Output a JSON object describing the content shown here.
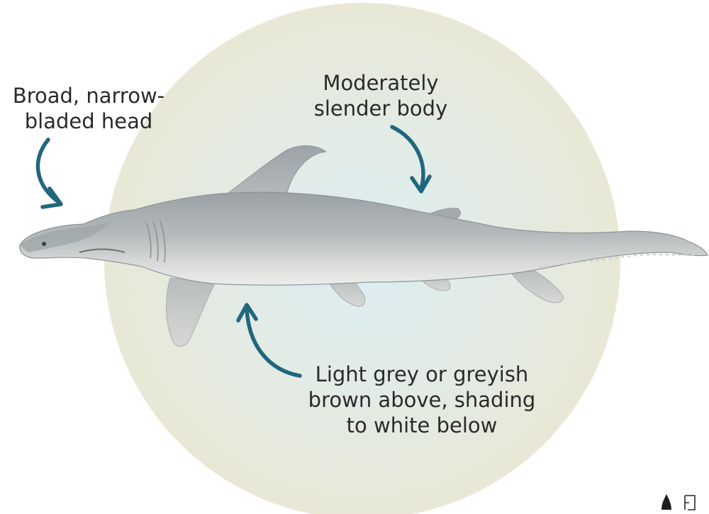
{
  "annotations": {
    "head": {
      "lines": [
        "Broad, narrow-",
        "bladed head"
      ]
    },
    "body": {
      "lines": [
        "Moderately",
        "slender body"
      ]
    },
    "coloration": {
      "lines": [
        "Light grey or greyish",
        "brown above, shading",
        "to white below"
      ]
    }
  },
  "colors": {
    "backdrop_circle": "#e9e8d6",
    "backdrop_center": "#deeef3",
    "arrow": "#21677c",
    "shark_top": "#a3a9ac",
    "shark_belly": "#e6e7e5",
    "text": "#2a2a2a"
  },
  "icons": {
    "corner_mark": "pen-nib-and-bracket-icon"
  }
}
